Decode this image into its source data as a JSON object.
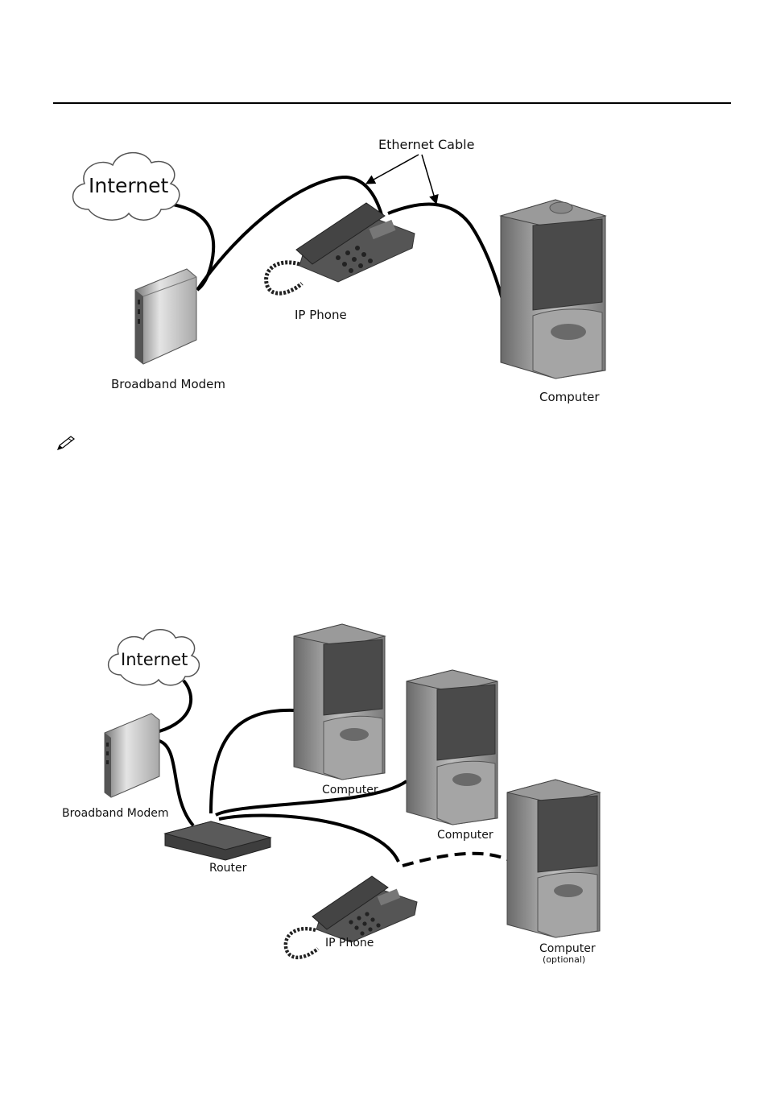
{
  "diagram1": {
    "internet": "Internet",
    "ethernet_cable": "Ethernet Cable",
    "ip_phone": "IP Phone",
    "broadband_modem": "Broadband Modem",
    "computer": "Computer"
  },
  "note": {
    "icon": "pencil-icon"
  },
  "diagram2": {
    "internet": "Internet",
    "broadband_modem": "Broadband Modem",
    "router": "Router",
    "computer_1": "Computer",
    "computer_2": "Computer",
    "computer_3": "Computer",
    "computer_3_note": "(optional)",
    "ip_phone": "IP Phone"
  }
}
